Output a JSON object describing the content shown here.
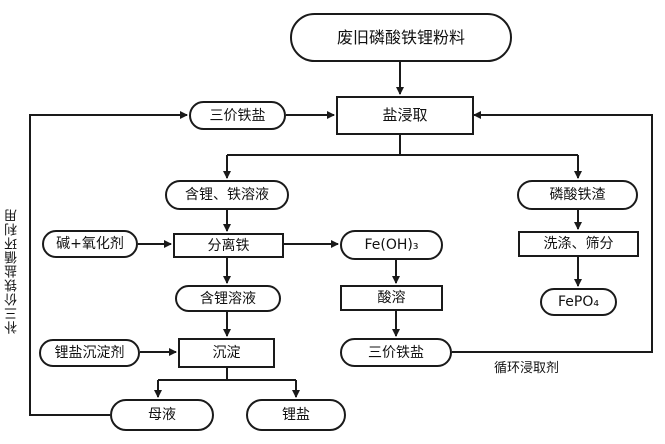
{
  "diagram": {
    "type": "process-flowchart",
    "nodes": {
      "raw_material": "废旧磷酸铁锂粉料",
      "fe3_salt_top": "三价铁盐",
      "salt_leach": "盐浸取",
      "li_fe_solution": "含锂、铁溶液",
      "iron_phosphate_residue": "磷酸铁渣",
      "alkali_oxidant": "碱+氧化剂",
      "separate_iron": "分离铁",
      "feoh3": "Fe(OH)₃",
      "wash_sieve": "洗涤、筛分",
      "li_solution": "含锂溶液",
      "acid_dissolve": "酸溶",
      "fepo4": "FePO₄",
      "li_precipitant": "锂盐沉淀剂",
      "precipitation": "沉淀",
      "fe3_salt_bottom": "三价铁盐",
      "mother_liquor": "母液",
      "lithium_salt": "锂盐"
    },
    "labels": {
      "left_loop": "补三价铁盐循环利用",
      "right_loop": "循环浸取剂"
    },
    "colors": {
      "line": "#1a1a1a",
      "background": "#ffffff"
    }
  }
}
